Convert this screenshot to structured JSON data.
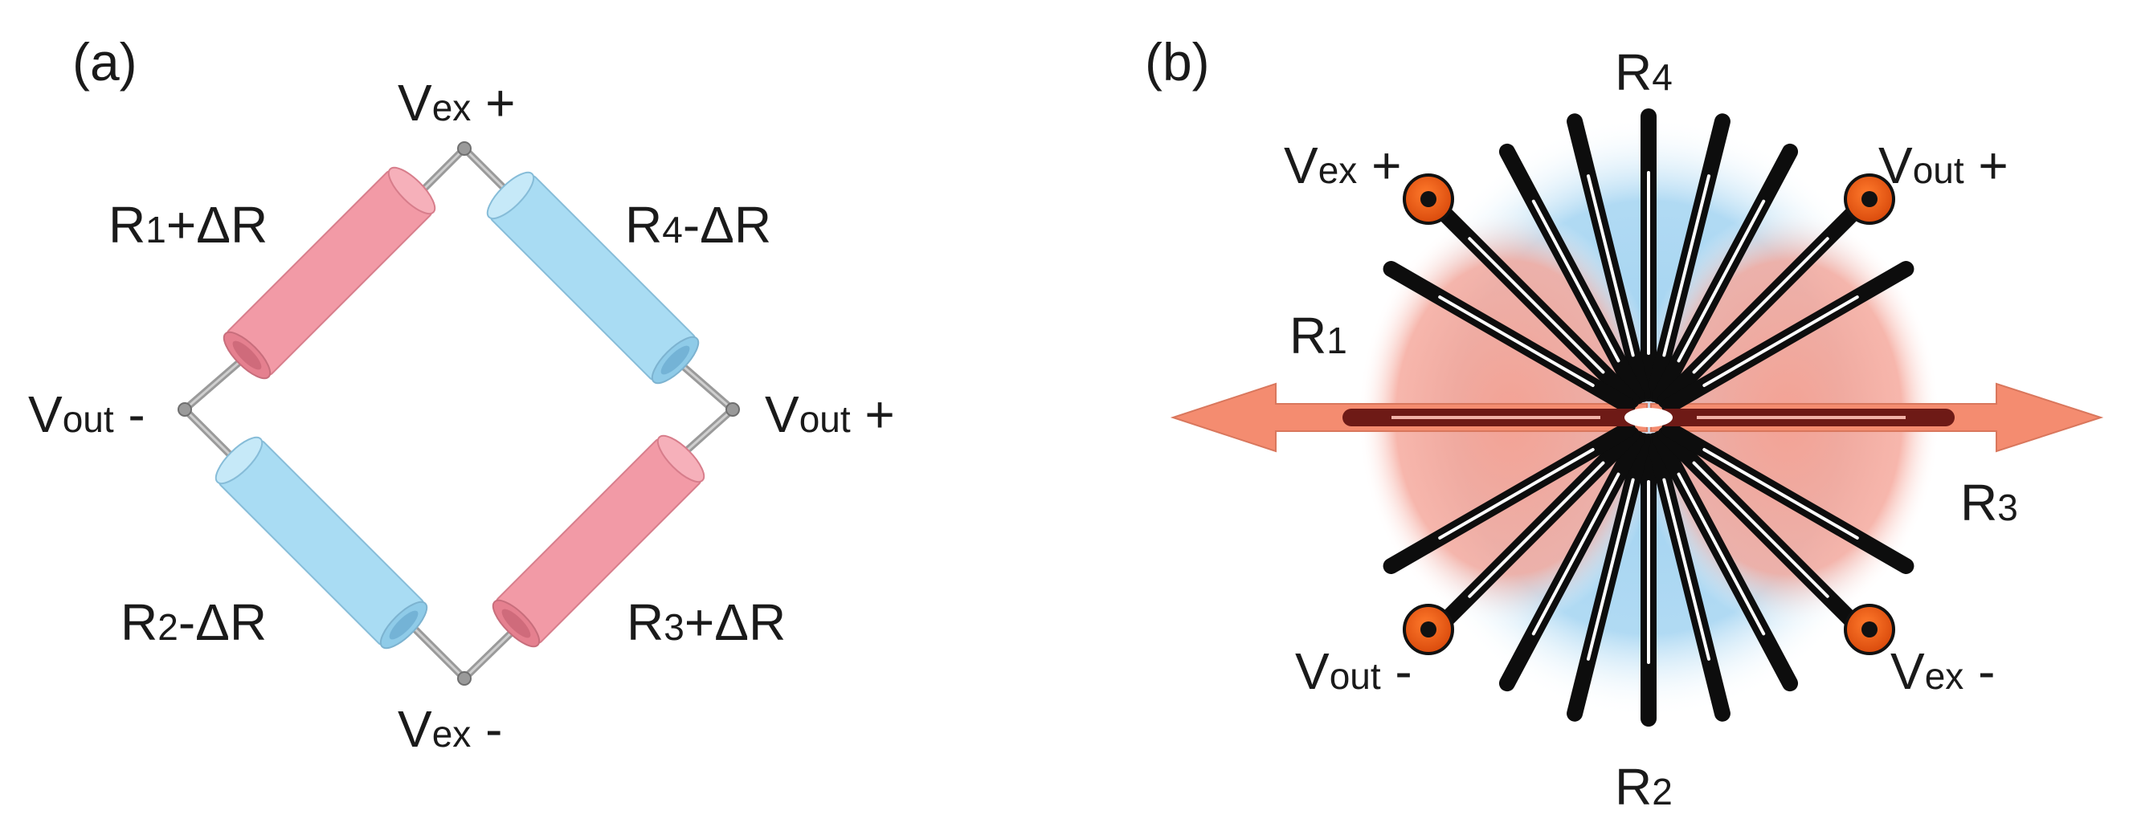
{
  "panel_a": {
    "tag": "(a)",
    "nodes": {
      "top": {
        "main": "V",
        "sub": "ex",
        "suffix": " +"
      },
      "left": {
        "main": "V",
        "sub": "out",
        "suffix": " -"
      },
      "right": {
        "main": "V",
        "sub": "out",
        "suffix": " +"
      },
      "bottom": {
        "main": "V",
        "sub": "ex",
        "suffix": " -"
      }
    },
    "resistors": [
      {
        "id": "r1",
        "main": "R",
        "sub": "1",
        "suffix": "+ΔR",
        "color": "#f29aa6",
        "position": "top-left"
      },
      {
        "id": "r4",
        "main": "R",
        "sub": "4",
        "suffix": "-ΔR",
        "color": "#a9dcf3",
        "position": "top-right"
      },
      {
        "id": "r2",
        "main": "R",
        "sub": "2",
        "suffix": "-ΔR",
        "color": "#a9dcf3",
        "position": "bottom-left"
      },
      {
        "id": "r3",
        "main": "R",
        "sub": "3",
        "suffix": "+ΔR",
        "color": "#f29aa6",
        "position": "bottom-right"
      }
    ]
  },
  "panel_b": {
    "tag": "(b)",
    "grid_labels": {
      "r4": {
        "main": "R",
        "sub": "4"
      },
      "r1": {
        "main": "R",
        "sub": "1"
      },
      "r3": {
        "main": "R",
        "sub": "3"
      },
      "r2": {
        "main": "R",
        "sub": "2"
      }
    },
    "pads": {
      "top_left": {
        "main": "V",
        "sub": "ex",
        "suffix": " +"
      },
      "top_right": {
        "main": "V",
        "sub": "out",
        "suffix": " +"
      },
      "bottom_left": {
        "main": "V",
        "sub": "out",
        "suffix": " -"
      },
      "bottom_right": {
        "main": "V",
        "sub": "ex",
        "suffix": " -"
      }
    },
    "colors": {
      "tension": "#f4a294",
      "compression": "#9ed0f0",
      "arrow": "#f48c70",
      "pad": "#ec5a14",
      "grid": "#0d0d0d",
      "active_grid": "#6e1a16"
    }
  }
}
